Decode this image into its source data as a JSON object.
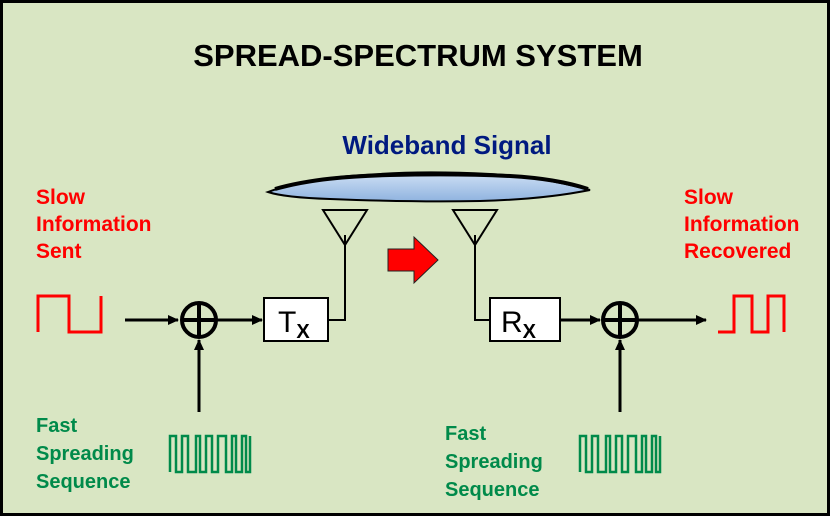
{
  "title": "SPREAD-SPECTRUM SYSTEM",
  "signal_label": "Wideband Signal",
  "left_label": [
    "Slow",
    "Information",
    "Sent"
  ],
  "right_label": [
    "Slow",
    "Information",
    "Recovered"
  ],
  "tx": {
    "main": "T",
    "sub": "X"
  },
  "rx": {
    "main": "R",
    "sub": "X"
  },
  "left_spread_label": [
    "Fast",
    "Spreading",
    "Sequence"
  ],
  "right_spread_label": [
    "Fast",
    "Spreading",
    "Sequence"
  ],
  "colors": {
    "background": "#d9e6c3",
    "red": "#ff0000",
    "green": "#008a4a",
    "navy": "#001a80",
    "signal_fill": "#a9c6e8"
  }
}
